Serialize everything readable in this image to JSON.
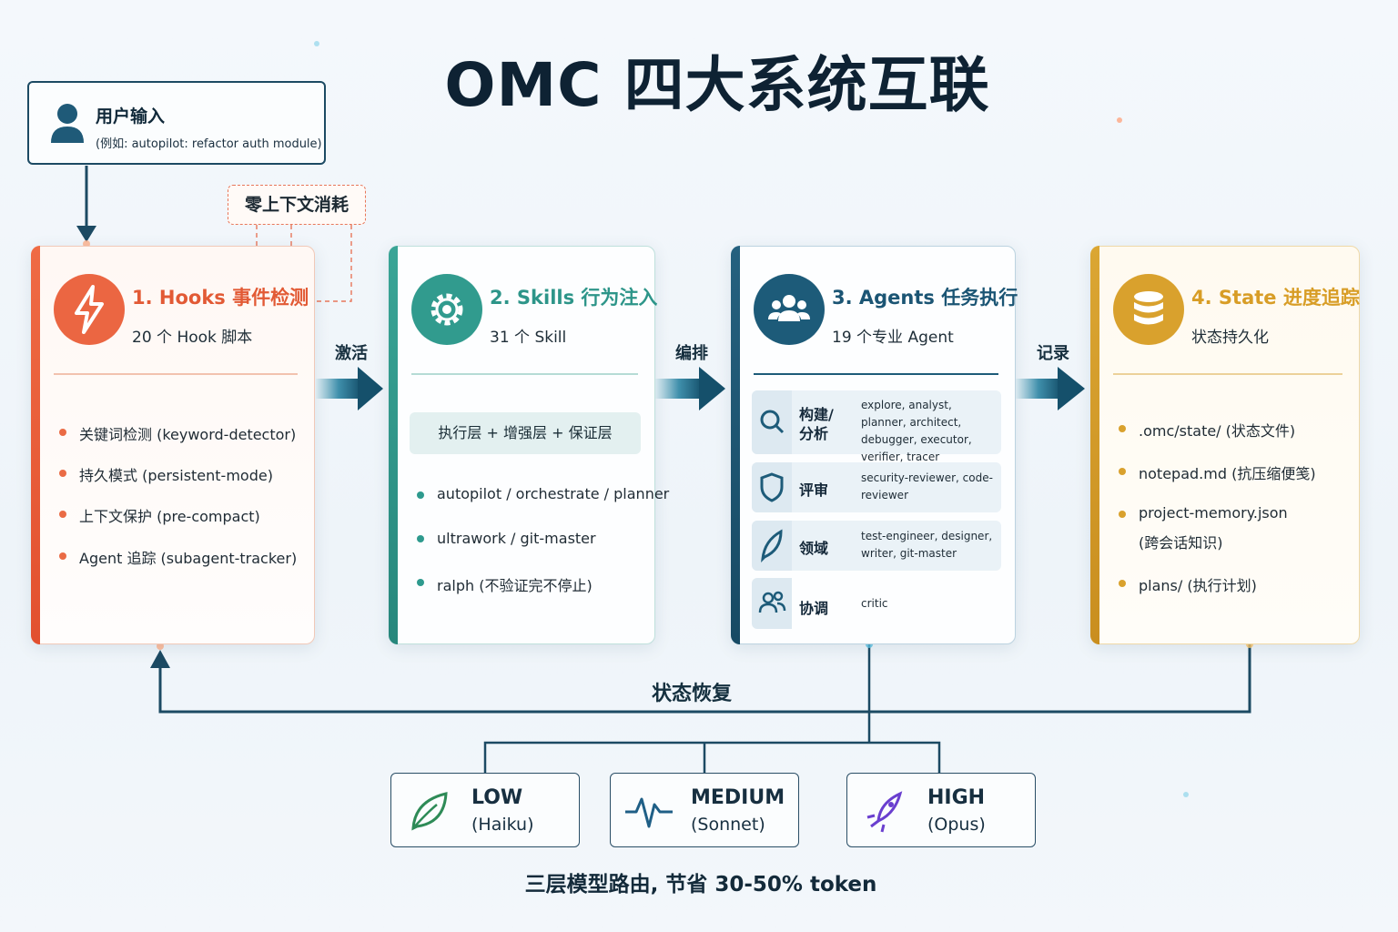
{
  "title": "OMC 四大系统互联",
  "user_input": {
    "title": "用户输入",
    "example": "(例如: autopilot: refactor auth module)",
    "icon": "user-icon"
  },
  "zero_context": "零上下文消耗",
  "flow_labels": {
    "activate": "激活",
    "orchestrate": "编排",
    "record": "记录",
    "restore": "状态恢复"
  },
  "cards": {
    "hooks": {
      "title": "1. Hooks 事件检测",
      "subtitle": "20 个 Hook 脚本",
      "icon": "lightning-icon",
      "color": "#e9623f",
      "items": [
        "关键词检测 (keyword-detector)",
        "持久模式 (persistent-mode)",
        "上下文保护 (pre-compact)",
        "Agent 追踪 (subagent-tracker)"
      ]
    },
    "skills": {
      "title": "2. Skills 行为注入",
      "subtitle": "31 个 Skill",
      "icon": "gear-icon",
      "color": "#2e9a8e",
      "layers": "执行层 + 增强层 + 保证层",
      "items": [
        "autopilot / orchestrate / planner",
        "ultrawork / git-master",
        "ralph (不验证完不停止)"
      ]
    },
    "agents": {
      "title": "3. Agents 任务执行",
      "subtitle": "19 个专业 Agent",
      "icon": "team-icon",
      "color": "#1e5b78",
      "rows": [
        {
          "label": "构建/\n分析",
          "desc": "explore, analyst, planner, architect, debugger, executor, verifier, tracer",
          "icon": "search-icon"
        },
        {
          "label": "评审",
          "desc": "security-reviewer, code-reviewer",
          "icon": "shield-icon"
        },
        {
          "label": "领域",
          "desc": "test-engineer, designer, writer, git-master",
          "icon": "feather-icon"
        },
        {
          "label": "协调",
          "desc": "critic",
          "icon": "people-icon"
        }
      ]
    },
    "state": {
      "title": "4. State 进度追踪",
      "subtitle": "状态持久化",
      "icon": "database-icon",
      "color": "#d9a12d",
      "items": [
        ".omc/state/ (状态文件)",
        "notepad.md (抗压缩便笺)",
        "project-memory.json",
        "(跨会话知识)",
        "plans/ (执行计划)"
      ]
    }
  },
  "models": [
    {
      "name": "LOW",
      "sub": "(Haiku)",
      "icon": "leaf-icon",
      "color": "#2e8b57"
    },
    {
      "name": "MEDIUM",
      "sub": "(Sonnet)",
      "icon": "pulse-icon",
      "color": "#1f5f86"
    },
    {
      "name": "HIGH",
      "sub": "(Opus)",
      "icon": "rocket-icon",
      "color": "#6a3fcf"
    }
  ],
  "footer": "三层模型路由, 节省 30-50% token"
}
